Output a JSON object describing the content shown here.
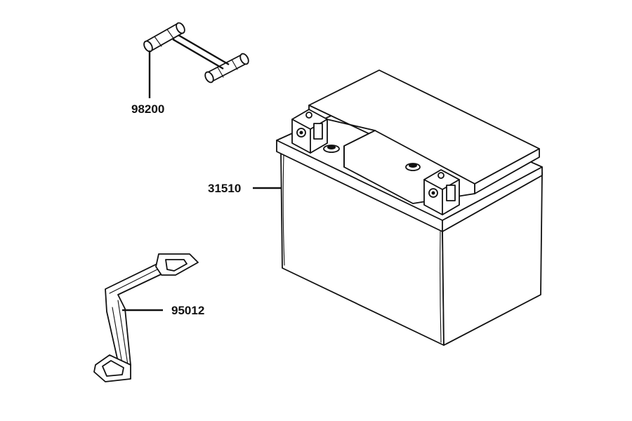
{
  "parts": [
    {
      "id": "fuse",
      "number": "98200"
    },
    {
      "id": "battery",
      "number": "31510"
    },
    {
      "id": "battery-band",
      "number": "95012"
    }
  ],
  "colors": {
    "line": "#111111",
    "background": "#ffffff"
  }
}
